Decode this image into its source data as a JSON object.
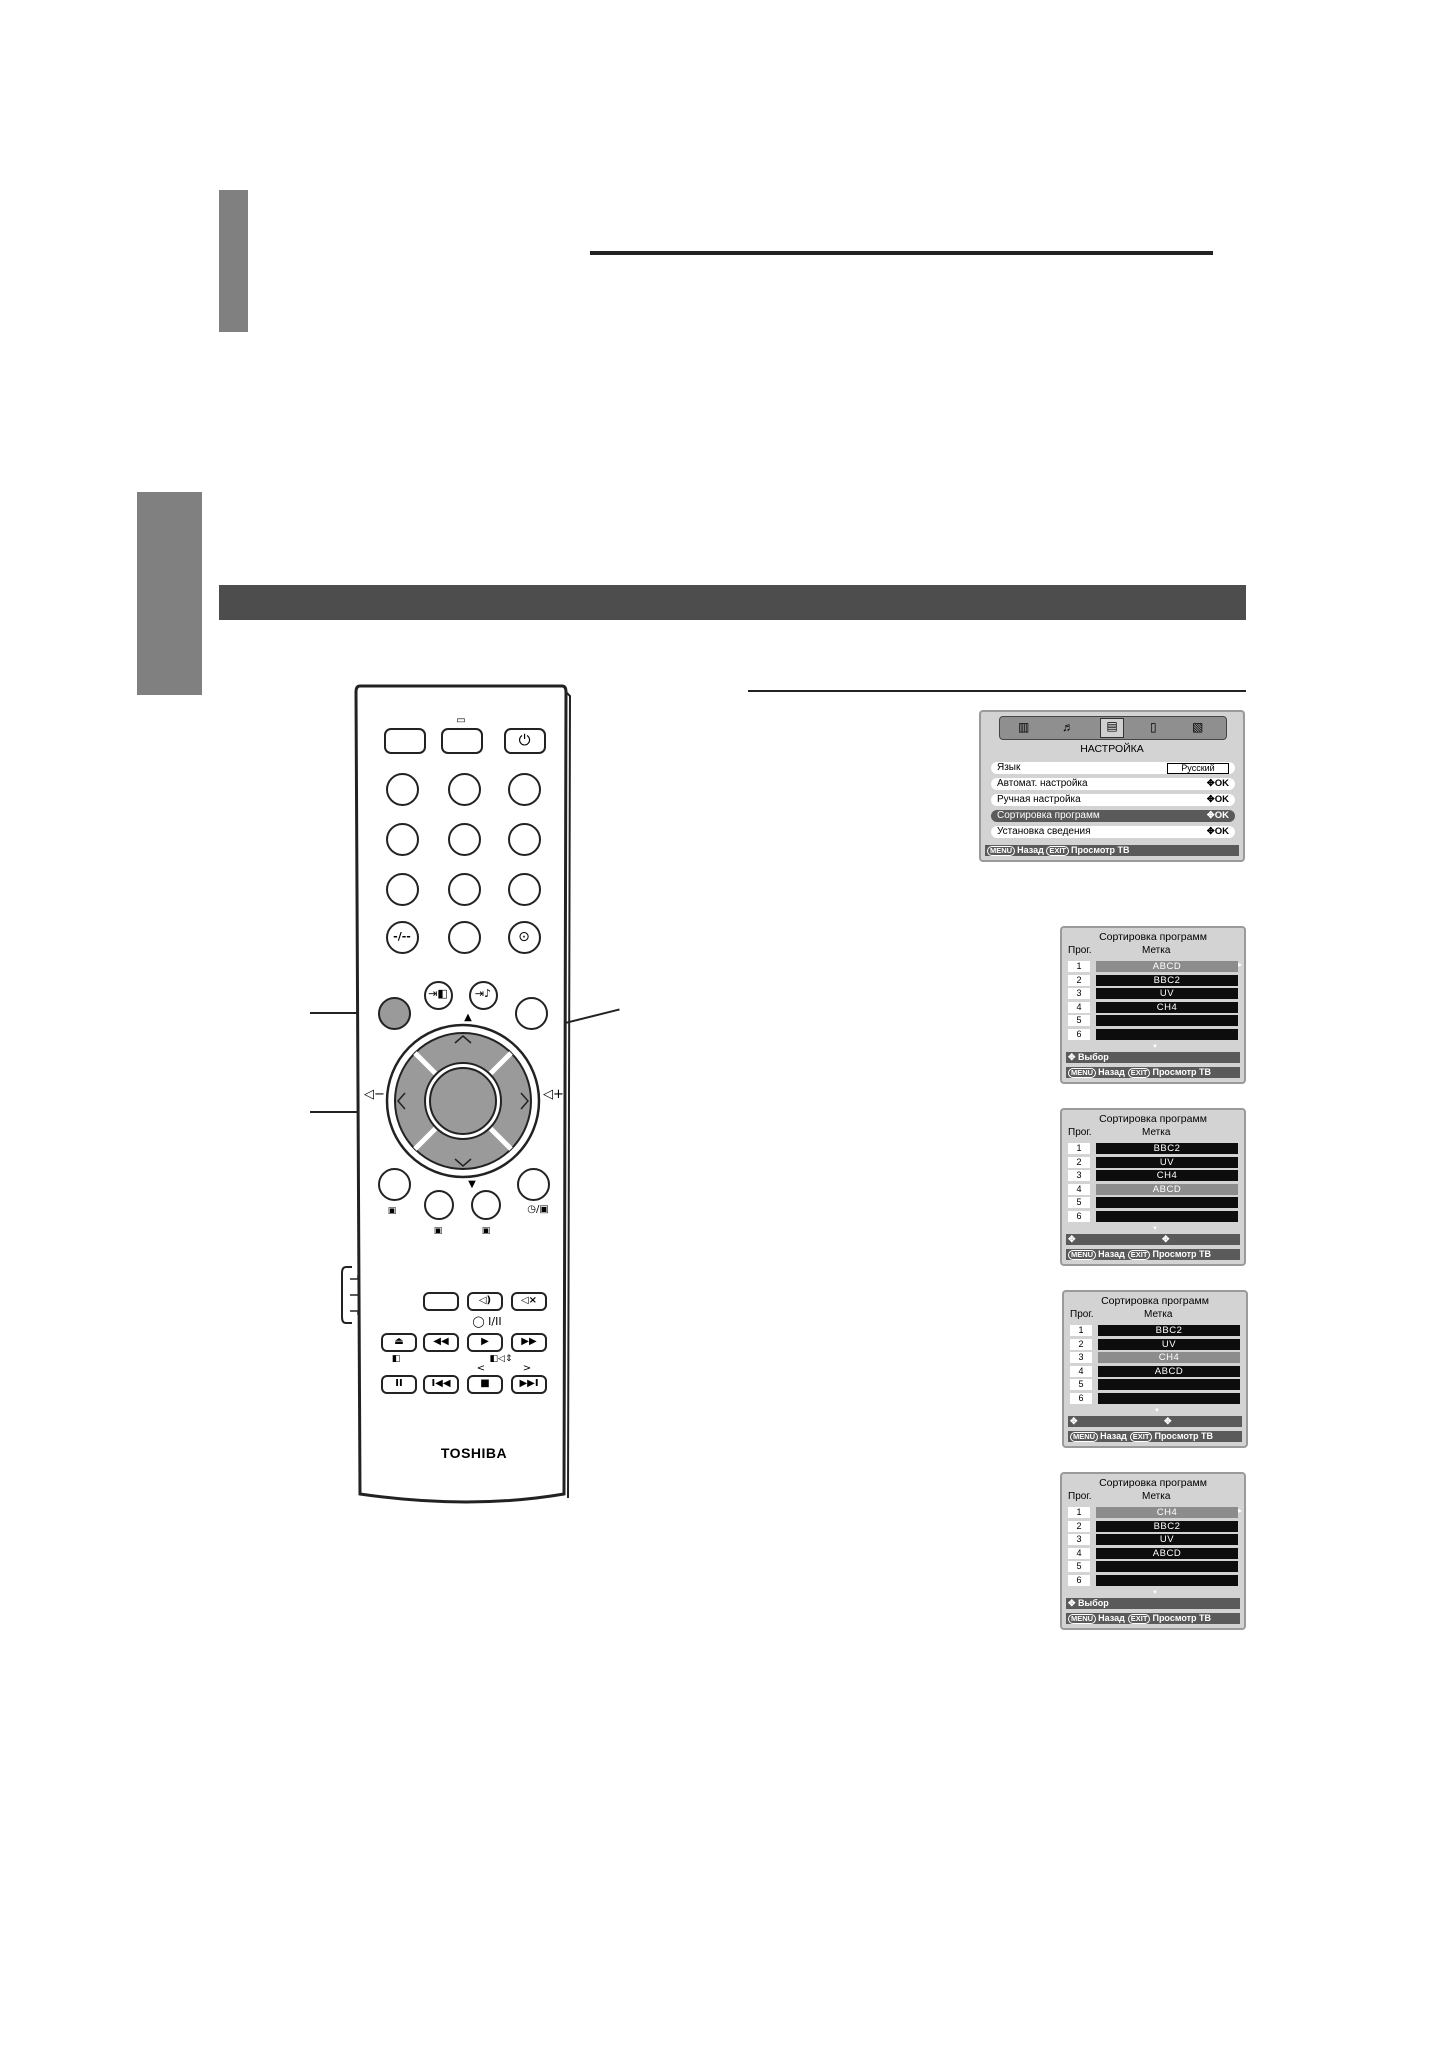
{
  "remote": {
    "brand": "TOSHIBA",
    "keys": {
      "dash": "-/--",
      "mono_stereo": "I/II",
      "prev_label": "<",
      "next_label": ">"
    }
  },
  "menu_screen": {
    "title": "НАСТРОЙКА",
    "items": [
      {
        "label": "Язык",
        "value": "Русский"
      },
      {
        "label": "Автомат. настройка",
        "value": "OK"
      },
      {
        "label": "Ручная настройка",
        "value": "OK"
      },
      {
        "label": "Сортировка программ",
        "value": "OK"
      },
      {
        "label": "Установка сведения",
        "value": "OK"
      }
    ],
    "footer": {
      "menu_key": "MENU",
      "back": "Назад",
      "exit_key": "EXIT",
      "view": "Просмотр ТВ"
    }
  },
  "sort_screens": [
    {
      "title": "Сортировка программ",
      "col_prog": "Прог.",
      "col_label": "Метка",
      "rows": [
        {
          "num": "1",
          "label": "ABCD"
        },
        {
          "num": "2",
          "label": "BBC2"
        },
        {
          "num": "3",
          "label": "UV"
        },
        {
          "num": "4",
          "label": "CH4"
        },
        {
          "num": "5",
          "label": ""
        },
        {
          "num": "6",
          "label": ""
        }
      ],
      "footer_select": "Выбор",
      "footer_back": "Назад",
      "footer_view": "Просмотр ТВ"
    },
    {
      "title": "Сортировка программ",
      "col_prog": "Прог.",
      "col_label": "Метка",
      "rows": [
        {
          "num": "1",
          "label": "BBC2"
        },
        {
          "num": "2",
          "label": "UV"
        },
        {
          "num": "3",
          "label": "CH4"
        },
        {
          "num": "4",
          "label": "ABCD"
        },
        {
          "num": "5",
          "label": ""
        },
        {
          "num": "6",
          "label": ""
        }
      ],
      "footer_select": "",
      "footer_back": "Назад",
      "footer_view": "Просмотр ТВ"
    },
    {
      "title": "Сортировка программ",
      "col_prog": "Прог.",
      "col_label": "Метка",
      "rows": [
        {
          "num": "1",
          "label": "BBC2"
        },
        {
          "num": "2",
          "label": "UV"
        },
        {
          "num": "3",
          "label": "CH4"
        },
        {
          "num": "4",
          "label": "ABCD"
        },
        {
          "num": "5",
          "label": ""
        },
        {
          "num": "6",
          "label": ""
        }
      ],
      "footer_select": "",
      "footer_back": "Назад",
      "footer_view": "Просмотр ТВ"
    },
    {
      "title": "Сортировка программ",
      "col_prog": "Прог.",
      "col_label": "Метка",
      "rows": [
        {
          "num": "1",
          "label": "CH4"
        },
        {
          "num": "2",
          "label": "BBC2"
        },
        {
          "num": "3",
          "label": "UV"
        },
        {
          "num": "4",
          "label": "ABCD"
        },
        {
          "num": "5",
          "label": ""
        },
        {
          "num": "6",
          "label": ""
        }
      ],
      "footer_select": "Выбор",
      "footer_back": "Назад",
      "footer_view": "Просмотр ТВ"
    }
  ]
}
